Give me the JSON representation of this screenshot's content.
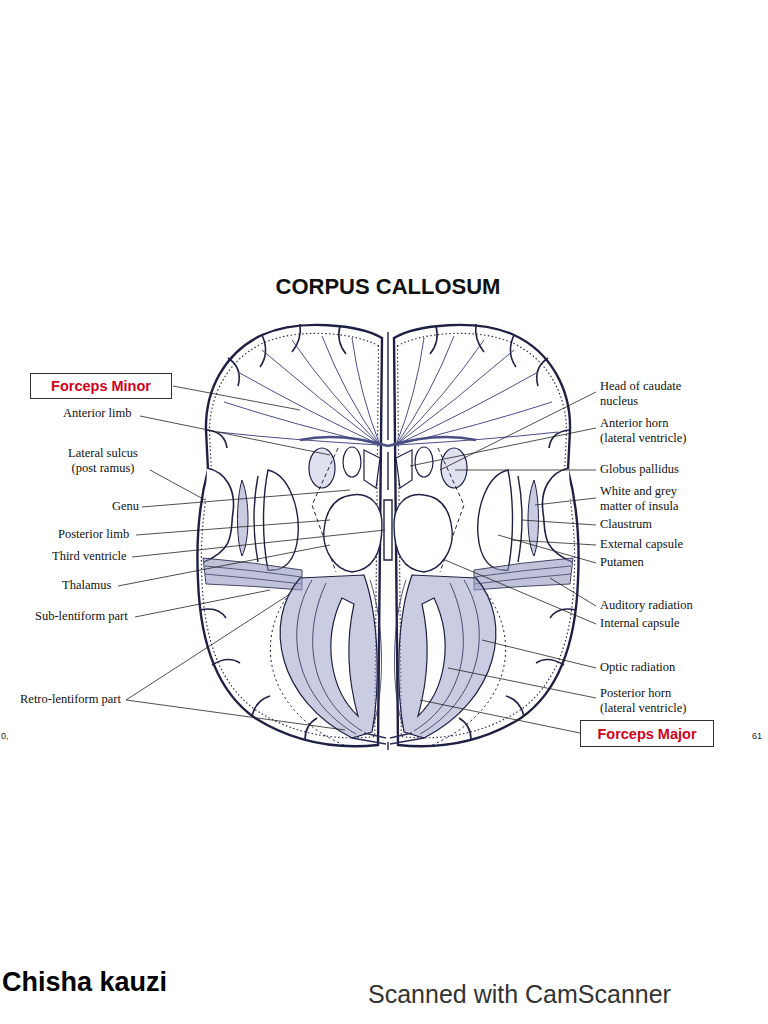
{
  "diagram": {
    "title": "CORPUS CALLOSUM",
    "nodes": [
      {
        "text": [
          "Forceps Minor"
        ]
      },
      {
        "text": [
          "Forceps Major"
        ]
      }
    ],
    "labels": [
      "Anterior limb",
      "Lateral sulcus (post ramus)",
      "Genu",
      "Posterior limb",
      "Third ventricle",
      "Thalamus",
      "Sub-lentiform part",
      "Retro-lentiform part",
      "Head of caudate nucleus",
      "Anterior horn (lateral ventricle)",
      "Globus pallidus",
      "White and grey matter of insula",
      "Claustrum",
      "External capsule",
      "Putamen",
      "Auditory radiation",
      "Internal capsule",
      "Optic radiation",
      "Posterior horn (lateral ventricle)",
      "0,",
      "61",
      "Chisha kauzi",
      "Scanned with CamScanner"
    ]
  }
}
